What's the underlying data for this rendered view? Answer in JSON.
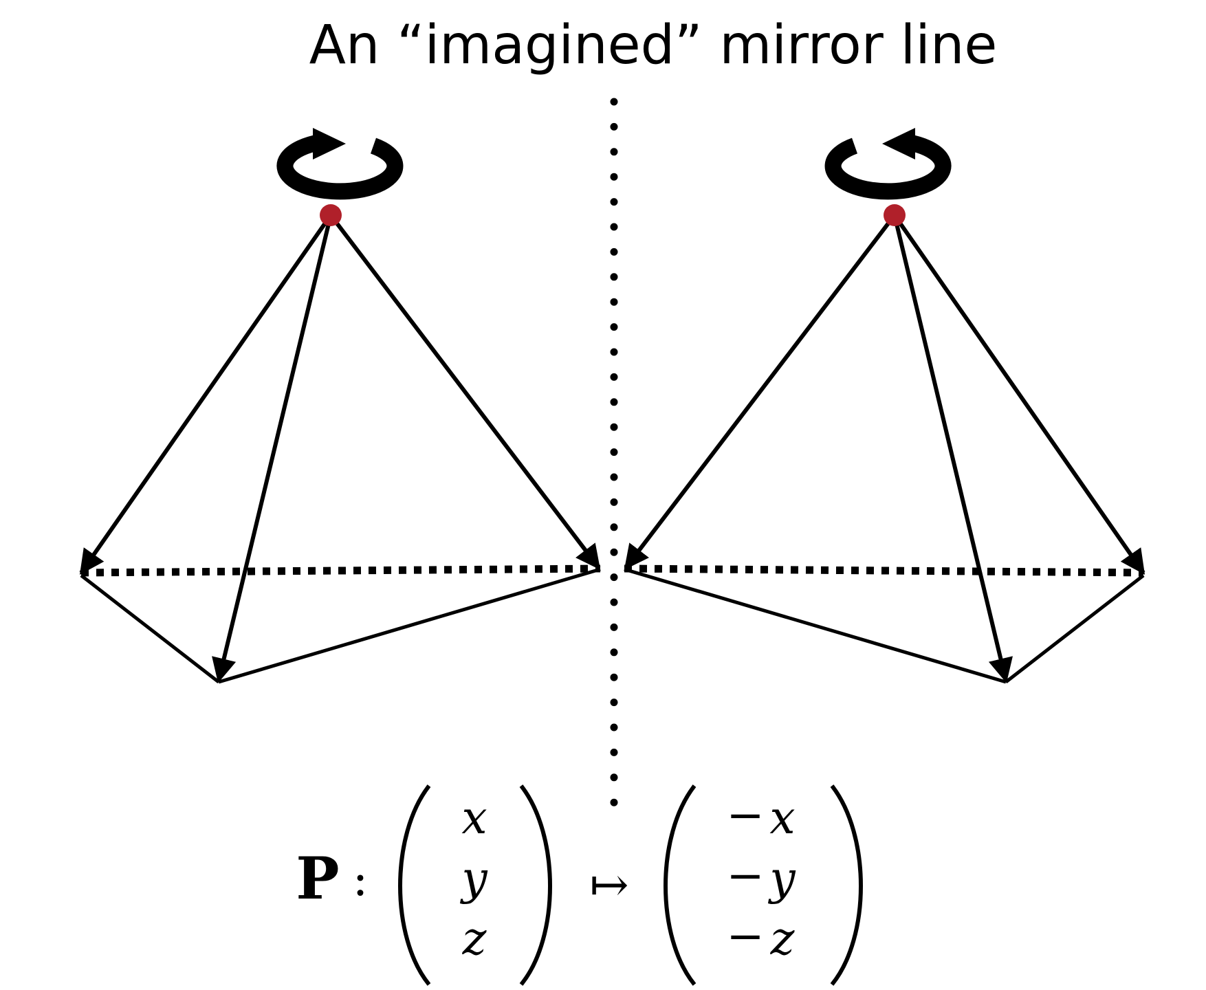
{
  "title": "An “imagined” mirror line",
  "colors": {
    "stroke": "#000000",
    "apex": "#b0202a",
    "background": "#ffffff"
  },
  "icons": {
    "left_rotation": "clockwise-rotation-icon",
    "right_rotation": "counterclockwise-rotation-icon"
  },
  "equation": {
    "operator": "P",
    "colon": ":",
    "maps_to": "↦",
    "input_vector": [
      "x",
      "y",
      "z"
    ],
    "output_sign": "−",
    "output_vector": [
      "x",
      "y",
      "z"
    ]
  }
}
